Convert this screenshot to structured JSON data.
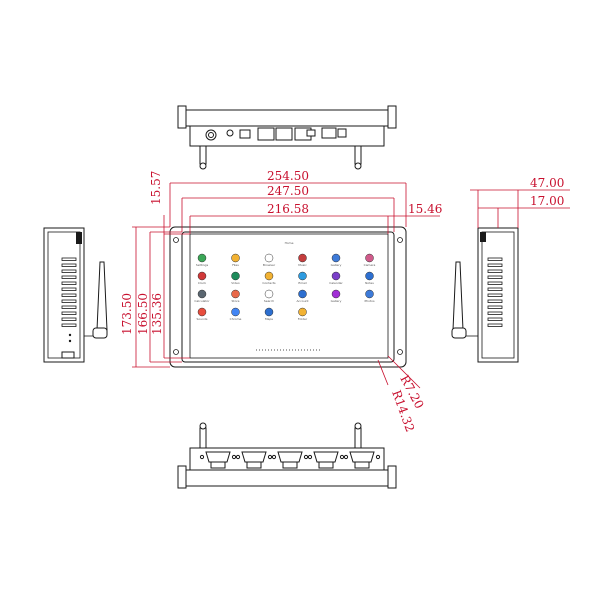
{
  "drawing": {
    "dimensions": {
      "overall_width": "254.50",
      "bezel_width": "247.50",
      "display_width": "216.58",
      "overall_height": "173.50",
      "bezel_height": "166.50",
      "display_height": "135.36",
      "top_offset": "15.57",
      "side_offset": "15.46",
      "depth_total": "47.00",
      "depth_body": "17.00",
      "radius_outer": "R7.20",
      "radius_inner": "R14.32"
    },
    "screen": {
      "title": "Home",
      "apps": [
        {
          "label": "Settings",
          "color": "#3aa757"
        },
        {
          "label": "Files",
          "color": "#f2b233"
        },
        {
          "label": "Browser",
          "color": "#ffffff"
        },
        {
          "label": "Music",
          "color": "#c43d3d"
        },
        {
          "label": "Gallery",
          "color": "#3d7bd9"
        },
        {
          "label": "Camera",
          "color": "#d05a8a"
        },
        {
          "label": "Clock",
          "color": "#d13838"
        },
        {
          "label": "Video",
          "color": "#1e8a5a"
        },
        {
          "label": "Contacts",
          "color": "#f2b233"
        },
        {
          "label": "Email",
          "color": "#2d9be0"
        },
        {
          "label": "Calendar",
          "color": "#7a3fc9"
        },
        {
          "label": "Notes",
          "color": "#2d6fd0"
        },
        {
          "label": "Calculator",
          "color": "#5a6670"
        },
        {
          "label": "Store",
          "color": "#e8694a"
        },
        {
          "label": "Search",
          "color": "#ffffff"
        },
        {
          "label": "Account",
          "color": "#2d6fd0"
        },
        {
          "label": "Gallery",
          "color": "#a12fd6"
        },
        {
          "label": "Photos",
          "color": "#3d7bd9"
        },
        {
          "label": "Sounds",
          "color": "#e84d3d"
        },
        {
          "label": "Chrome",
          "color": "#4285f4"
        },
        {
          "label": "Maps",
          "color": "#2d6fd0"
        },
        {
          "label": "Folder",
          "color": "#f2b233"
        }
      ]
    }
  }
}
